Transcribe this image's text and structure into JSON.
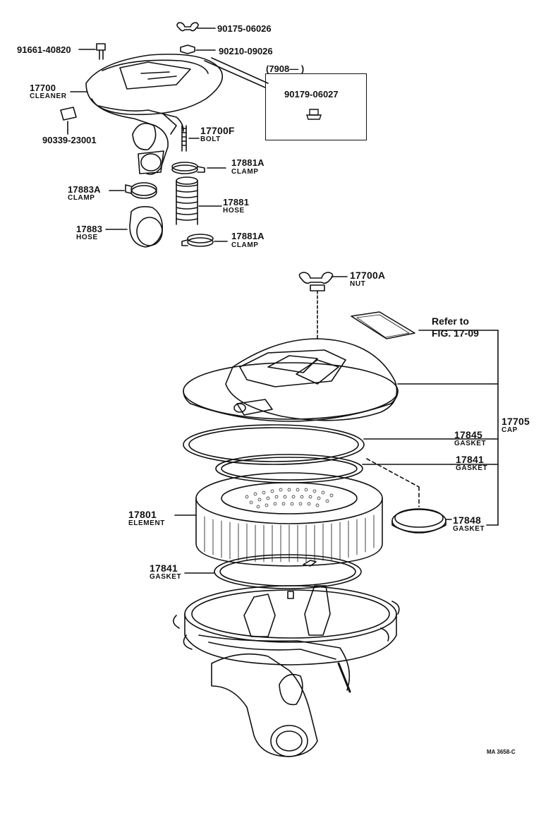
{
  "diagram": {
    "parts": [
      {
        "id": "p1",
        "number": "90175-06026",
        "name": ""
      },
      {
        "id": "p2",
        "number": "91661-40820",
        "name": ""
      },
      {
        "id": "p3",
        "number": "90210-09026",
        "name": ""
      },
      {
        "id": "p4",
        "number": "17700",
        "name": "CLEANER"
      },
      {
        "id": "p5",
        "number": "90339-23001",
        "name": ""
      },
      {
        "id": "p6",
        "number": "17700F",
        "name": "BOLT"
      },
      {
        "id": "p7",
        "number": "17881A",
        "name": "CLAMP"
      },
      {
        "id": "p8",
        "number": "17883A",
        "name": "CLAMP"
      },
      {
        "id": "p9",
        "number": "17881",
        "name": "HOSE"
      },
      {
        "id": "p10",
        "number": "17883",
        "name": "HOSE"
      },
      {
        "id": "p11",
        "number": "17881A",
        "name": "CLAMP"
      },
      {
        "id": "p12",
        "number": "17700A",
        "name": "NUT"
      },
      {
        "id": "p13",
        "number": "17705",
        "name": "CAP"
      },
      {
        "id": "p14",
        "number": "17845",
        "name": "GASKET"
      },
      {
        "id": "p15",
        "number": "17841",
        "name": "GASKET"
      },
      {
        "id": "p16",
        "number": "17801",
        "name": "ELEMENT"
      },
      {
        "id": "p17",
        "number": "17848",
        "name": "GASKET"
      },
      {
        "id": "p18",
        "number": "17841",
        "name": "GASKET"
      }
    ],
    "inset": {
      "date_label": "(7908—      )",
      "part_number": "90179-06027"
    },
    "refer": {
      "line1": "Refer to",
      "line2": "FIG. 17-09"
    },
    "code": "MA 3658-C"
  }
}
